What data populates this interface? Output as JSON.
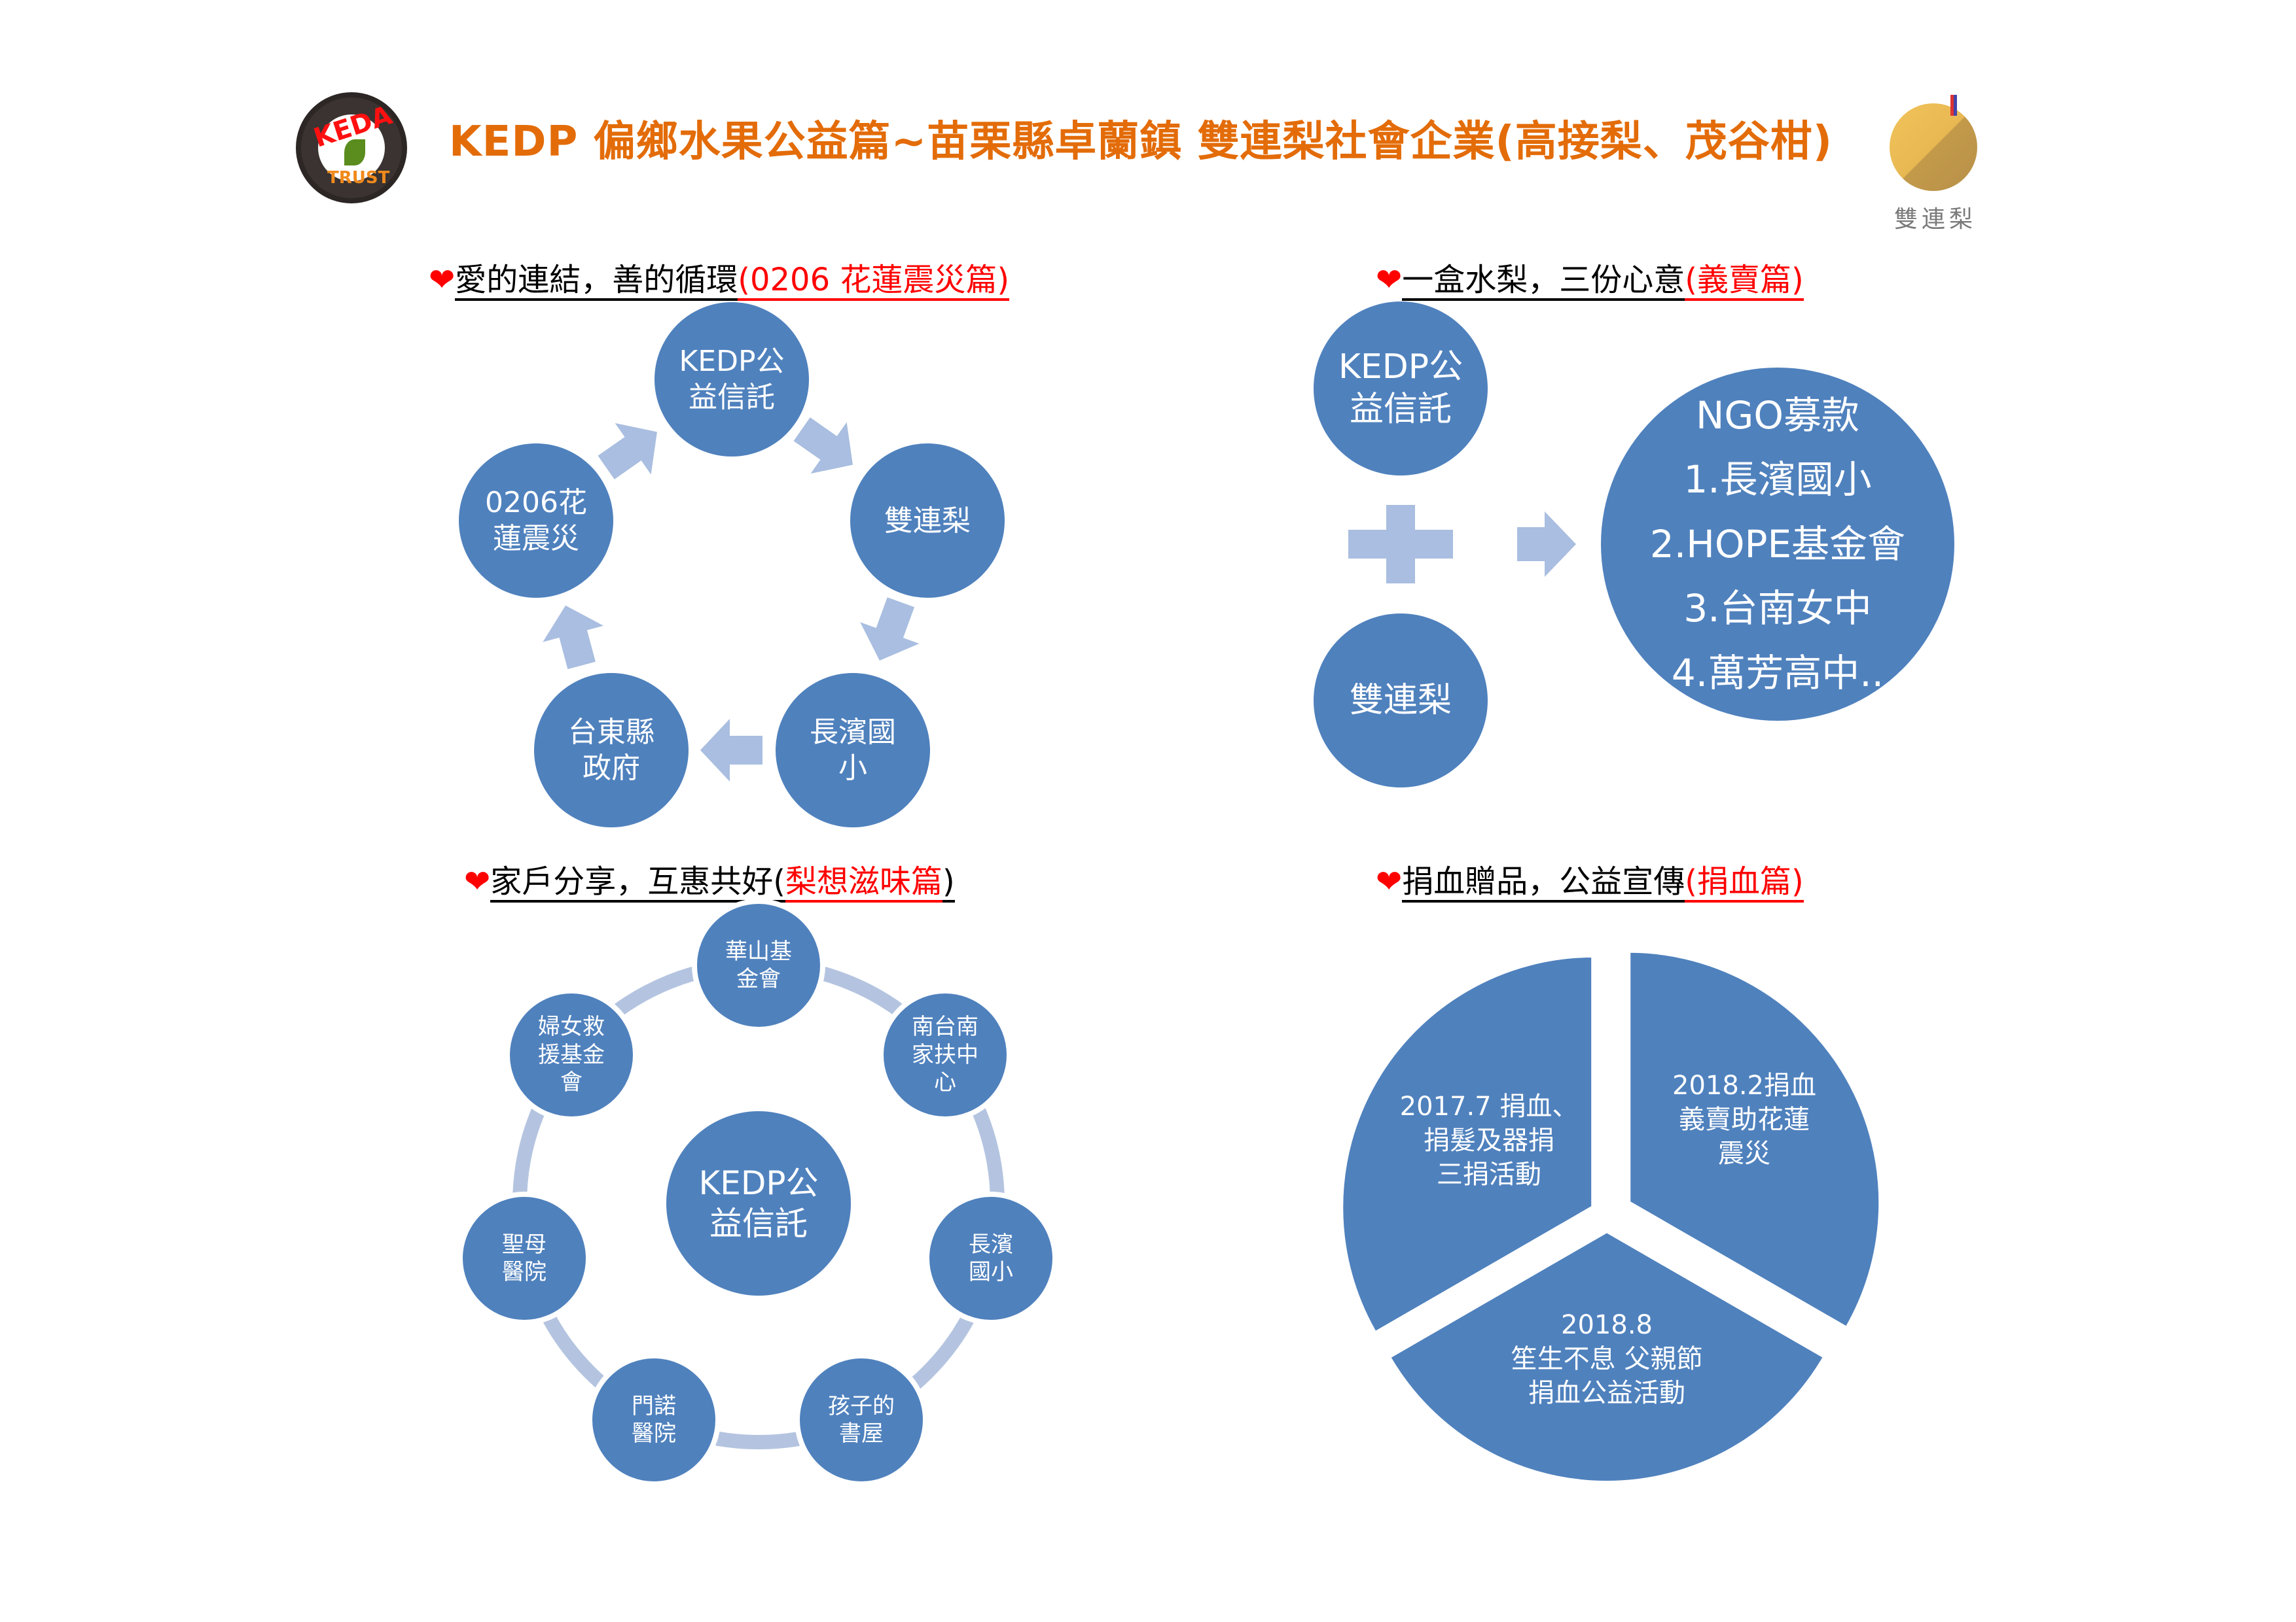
{
  "header": {
    "title": "KEDP 偏鄉水果公益篇~苗栗縣卓蘭鎮  雙連梨社會企業(高接梨、茂谷柑)",
    "left_logo_text": "KEDA TRUST",
    "right_logo_text": "雙連梨"
  },
  "colors": {
    "title": "#e36c09",
    "node": "#4f81bd",
    "arrow": "#a9bee0",
    "accent": "#ff0000"
  },
  "section1": {
    "heart": "❤",
    "heading": "愛的連結，善的循環",
    "sub": "(0206 花蓮震災篇",
    "close": ")",
    "nodes": [
      {
        "line1": "KEDP公",
        "line2": "益信託"
      },
      {
        "line1": "雙連梨",
        "line2": ""
      },
      {
        "line1": "長濱國",
        "line2": "小"
      },
      {
        "line1": "台東縣",
        "line2": "政府"
      },
      {
        "line1": "0206花",
        "line2": "蓮震災"
      }
    ]
  },
  "section2": {
    "heart": "❤",
    "heading": "一盒水梨，三份心意",
    "sub": "(義賣篇)",
    "node_a": {
      "line1": "KEDP公",
      "line2": "益信託"
    },
    "node_b": "雙連梨",
    "ngo": [
      "NGO募款",
      "1.長濱國小",
      "2.HOPE基金會",
      "3.台南女中",
      "4.萬芳高中.."
    ]
  },
  "section3": {
    "heart": "❤",
    "heading": "家戶分享，互惠共好",
    "sub": "梨想滋味篇",
    "open": "(",
    "close": ")",
    "center": {
      "line1": "KEDP公",
      "line2": "益信託"
    },
    "nodes": [
      {
        "lines": [
          "華山基",
          "金會"
        ]
      },
      {
        "lines": [
          "南台南",
          "家扶中",
          "心"
        ]
      },
      {
        "lines": [
          "長濱",
          "國小"
        ]
      },
      {
        "lines": [
          "孩子的",
          "書屋"
        ]
      },
      {
        "lines": [
          "門諾",
          "醫院"
        ]
      },
      {
        "lines": [
          "聖母",
          "醫院"
        ]
      },
      {
        "lines": [
          "婦女救",
          "援基金",
          "會"
        ]
      }
    ]
  },
  "section4": {
    "heart": "❤",
    "heading": "捐血贈品，公益宣傳",
    "sub": "(捐血篇)",
    "slices": [
      {
        "lines": [
          "2018.2捐血",
          "義賣助花蓮",
          "震災"
        ],
        "share": 0.3333
      },
      {
        "lines": [
          "2018.8",
          "笙生不息 父親節",
          "捐血公益活動"
        ],
        "share": 0.3333
      },
      {
        "lines": [
          "2017.7 捐血、",
          "捐髮及器捐",
          "三捐活動"
        ],
        "share": 0.3334
      }
    ]
  }
}
